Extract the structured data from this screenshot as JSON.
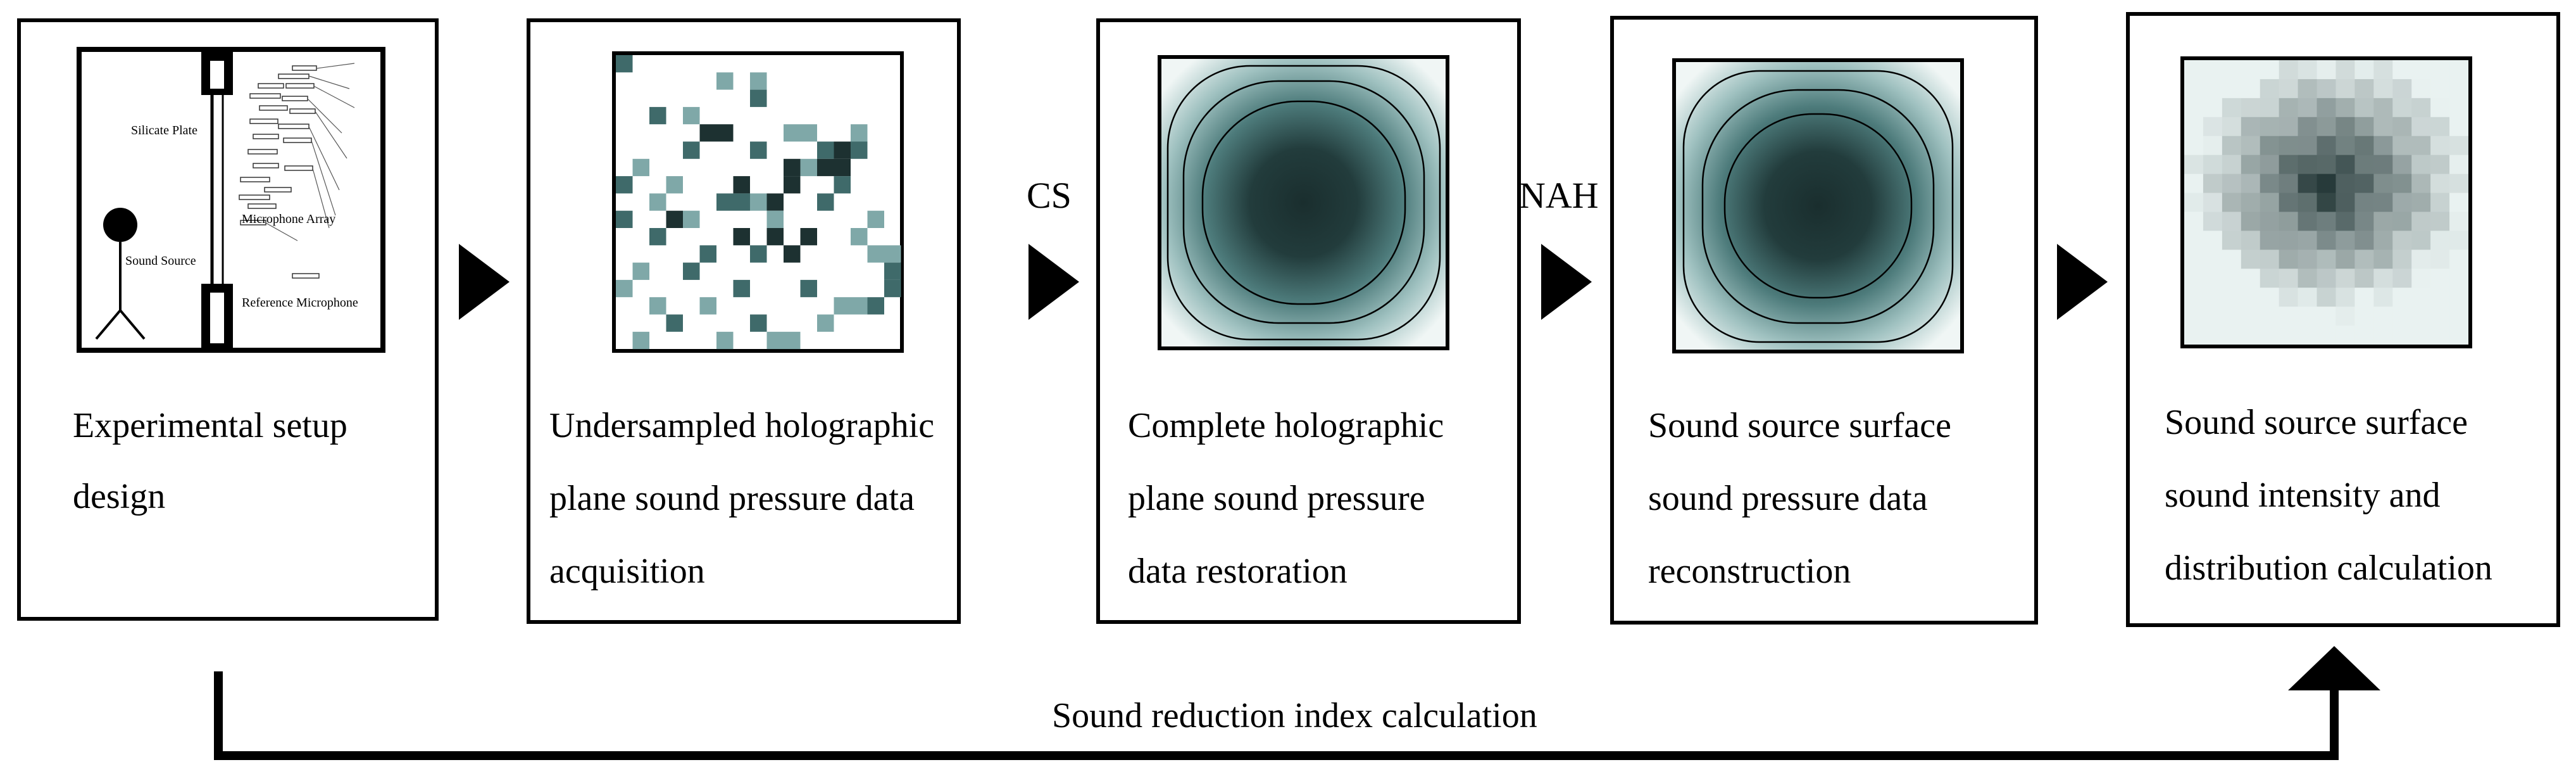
{
  "steps": [
    {
      "caption": [
        "Experimental setup",
        "design"
      ]
    },
    {
      "caption": [
        "Undersampled holographic",
        "plane sound pressure data",
        "acquisition"
      ]
    },
    {
      "caption": [
        "Complete holographic",
        "plane sound pressure",
        "data restoration"
      ]
    },
    {
      "caption": [
        "Sound source surface",
        "sound pressure data",
        "reconstruction"
      ]
    },
    {
      "caption": [
        "Sound source surface",
        "sound intensity and",
        "distribution calculation"
      ]
    }
  ],
  "setup_labels": {
    "plate": "Silicate Plate",
    "array": "Microphone Array",
    "source": "Sound Source",
    "reference": "Reference Microphone"
  },
  "transitions": {
    "cs": "CS",
    "nah": "NAH"
  },
  "feedback_label": "Sound reduction index calculation",
  "colors": {
    "dark": "#1d3131",
    "mid": "#3f6a6a",
    "light": "#7fa8a8",
    "pale": "#e9f2f1"
  },
  "icons": [
    "right-arrow-icon",
    "up-arrow-icon",
    "microphone-icon",
    "sound-source-icon"
  ]
}
